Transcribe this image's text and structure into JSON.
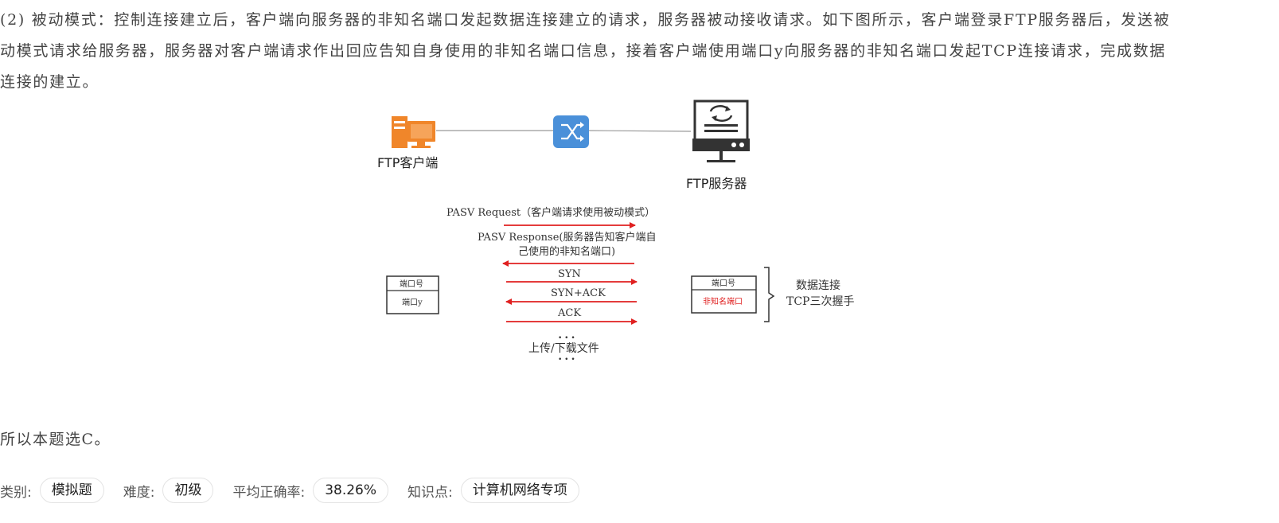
{
  "explanation": {
    "lines": [
      "(2) 被动模式：控制连接建立后，客户端向服务器的非知名端口发起数据连接建立的请求，服务器被动接收请求。如下图所示，客户端登录FTP服务器后，发送被",
      "动模式请求给服务器，服务器对客户端请求作出回应告知自身使用的非知名端口信息，接着客户端使用端口y向服务器的非知名端口发起TCP连接请求，完成数据",
      "连接的建立。"
    ],
    "conclusion": "所以本题选C。"
  },
  "diagram": {
    "client_label": "FTP客户端",
    "server_label": "FTP服务器",
    "messages": {
      "pasv_request": "PASV Request（客户端请求使用被动模式）",
      "pasv_response_1": "PASV Response(服务器告知客户端自",
      "pasv_response_2": "己使用的非知名端口)",
      "syn": "SYN",
      "synack": "SYN+ACK",
      "ack": "ACK",
      "dots": "• • •",
      "transfer": "上传/下载文件"
    },
    "client_port_box": {
      "header": "端口号",
      "value": "端口y"
    },
    "server_port_box": {
      "header": "端口号",
      "value": "非知名端口"
    },
    "brace_label_1": "数据连接",
    "brace_label_2": "TCP三次握手",
    "colors": {
      "client_orange": "#f0862a",
      "switch_blue": "#4a90d9",
      "arrow_red": "#e02020",
      "server_dark": "#333333"
    },
    "icons": [
      "computer-icon",
      "switch-icon",
      "server-icon"
    ]
  },
  "meta": {
    "category_label": "类别:",
    "category": "模拟题",
    "difficulty_label": "难度:",
    "difficulty": "初级",
    "accuracy_label": "平均正确率:",
    "accuracy": "38.26%",
    "knowledge_label": "知识点:",
    "knowledge": "计算机网络专项"
  }
}
